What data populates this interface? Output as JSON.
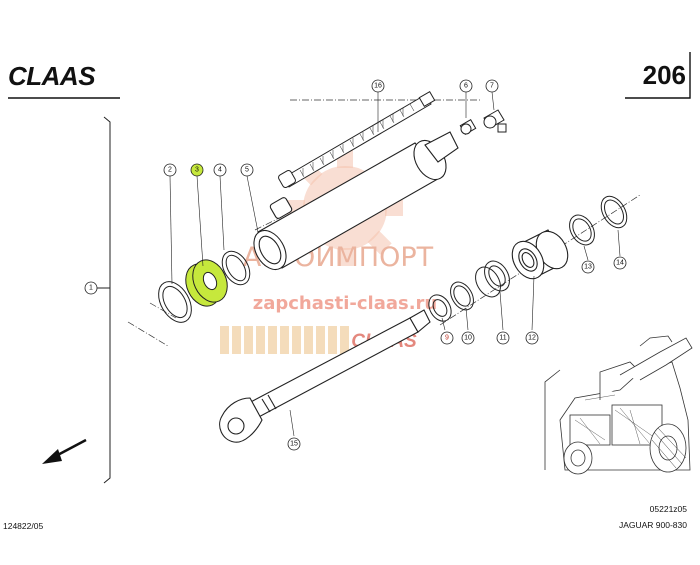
{
  "header": {
    "brand": "CLAAS",
    "page_number": "206"
  },
  "diagram": {
    "ref_code": "124822/05",
    "thumb_code": "05221z05",
    "model": "JAGUAR 900-830",
    "callouts": [
      {
        "id": "1",
        "label": "1"
      },
      {
        "id": "2",
        "label": "2"
      },
      {
        "id": "3",
        "label": "3"
      },
      {
        "id": "4",
        "label": "4"
      },
      {
        "id": "5",
        "label": "5"
      },
      {
        "id": "6",
        "label": "6"
      },
      {
        "id": "7",
        "label": "7"
      },
      {
        "id": "9",
        "label": "9"
      },
      {
        "id": "10",
        "label": "10"
      },
      {
        "id": "11",
        "label": "11"
      },
      {
        "id": "12",
        "label": "12"
      },
      {
        "id": "13",
        "label": "13"
      },
      {
        "id": "14",
        "label": "14"
      },
      {
        "id": "15",
        "label": "15"
      },
      {
        "id": "16",
        "label": "16"
      }
    ]
  },
  "watermark": {
    "line1": "АГРОИМПОРТ",
    "line2": "zapchasti-claas.ru",
    "brand": "CLAAS"
  },
  "colors": {
    "highlight_part": "#c6e83c",
    "highlight_text": "#c0392b",
    "watermark_orange": "#f0a585",
    "watermark_red": "#e08070",
    "line": "#222222"
  }
}
